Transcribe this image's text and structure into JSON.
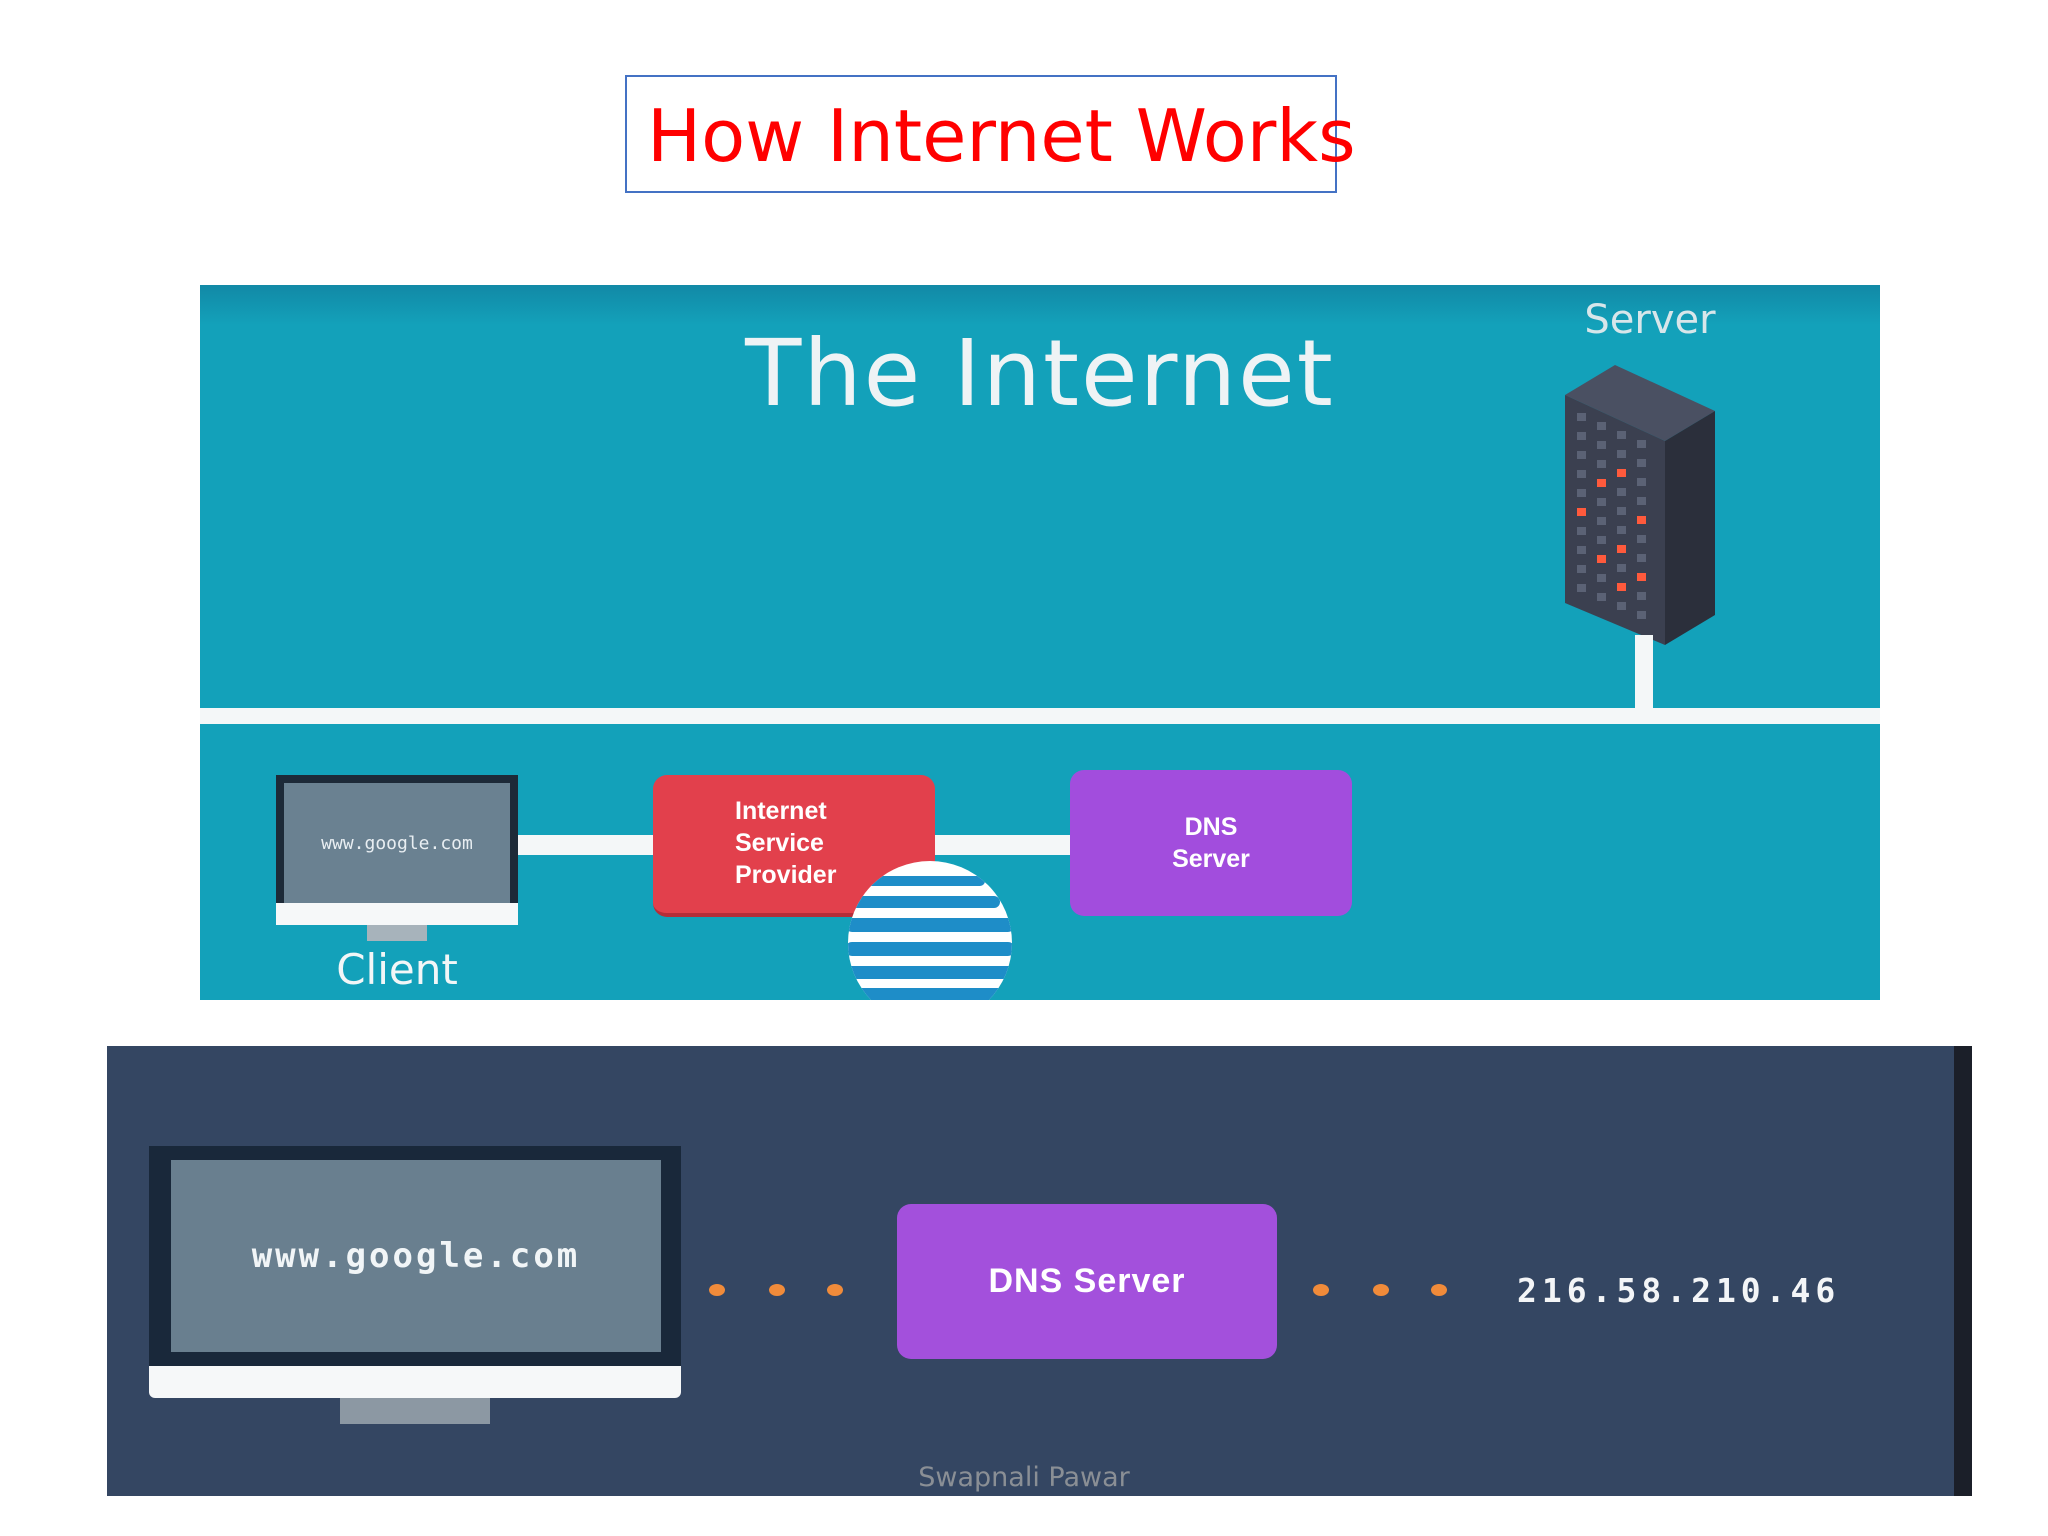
{
  "slide": {
    "title": "How Internet Works",
    "footer": "Swapnali Pawar"
  },
  "internet_diagram": {
    "title": "The Internet",
    "server_label": "Server",
    "client_label": "Client",
    "client_screen_text": "www.google.com",
    "isp_lines": [
      "Internet",
      "Service",
      "Provider"
    ],
    "dns_lines": [
      "DNS",
      "Server"
    ],
    "colors": {
      "background": "#13a1ba",
      "isp": "#e2404c",
      "dns": "#a24ddd",
      "server": "#3a3f4f",
      "server_lights": "#ff5a3c"
    }
  },
  "dns_lookup": {
    "screen_text": "www.google.com",
    "dns_label": "DNS Server",
    "ip_address": "216.58.210.46",
    "colors": {
      "background": "#344662",
      "dns": "#a350dc",
      "dots": "#f08b3a"
    }
  }
}
